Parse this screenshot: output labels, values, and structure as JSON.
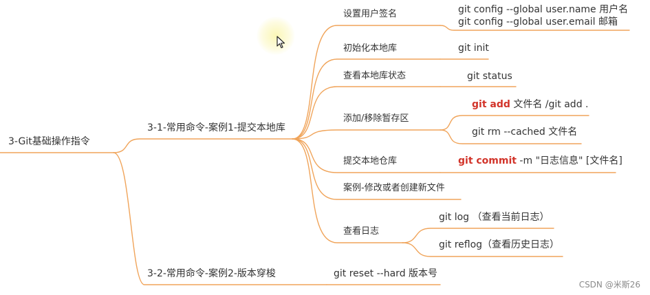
{
  "colors": {
    "branch": "#f0a45a",
    "keyword": "#d2342a",
    "text": "#333333",
    "watermark": "#8a8a8a"
  },
  "root": {
    "label": "3-Git基础操作指令"
  },
  "branch1": {
    "label": "3-1-常用命令-案例1-提交本地库",
    "children": {
      "set_user": {
        "label": "设置用户签名",
        "cmd_name": "git config --global user.name 用户名",
        "cmd_email": "git config --global user.email 邮箱"
      },
      "init": {
        "label": "初始化本地库",
        "cmd": "git init"
      },
      "status": {
        "label": "查看本地库状态",
        "cmd": "git status"
      },
      "add_rm": {
        "label": "添加/移除暂存区",
        "add_keyword": "git add",
        "add_rest": " 文件名 /git add .",
        "rm": "git rm --cached 文件名"
      },
      "commit": {
        "label": "提交本地仓库",
        "keyword": "git commit",
        "rest": " -m \"日志信息\" [文件名]"
      },
      "case_modify": {
        "label": "案例-修改或者创建新文件"
      },
      "log": {
        "label": "查看日志",
        "log_cmd": "git log （查看当前日志）",
        "reflog_cmd": "git reflog（查看历史日志）"
      }
    }
  },
  "branch2": {
    "label": "3-2-常用命令-案例2-版本穿梭",
    "cmd": "git reset --hard 版本号"
  },
  "watermark": "CSDN @米斯26",
  "icons": {
    "cursor": "mouse-pointer-icon"
  }
}
